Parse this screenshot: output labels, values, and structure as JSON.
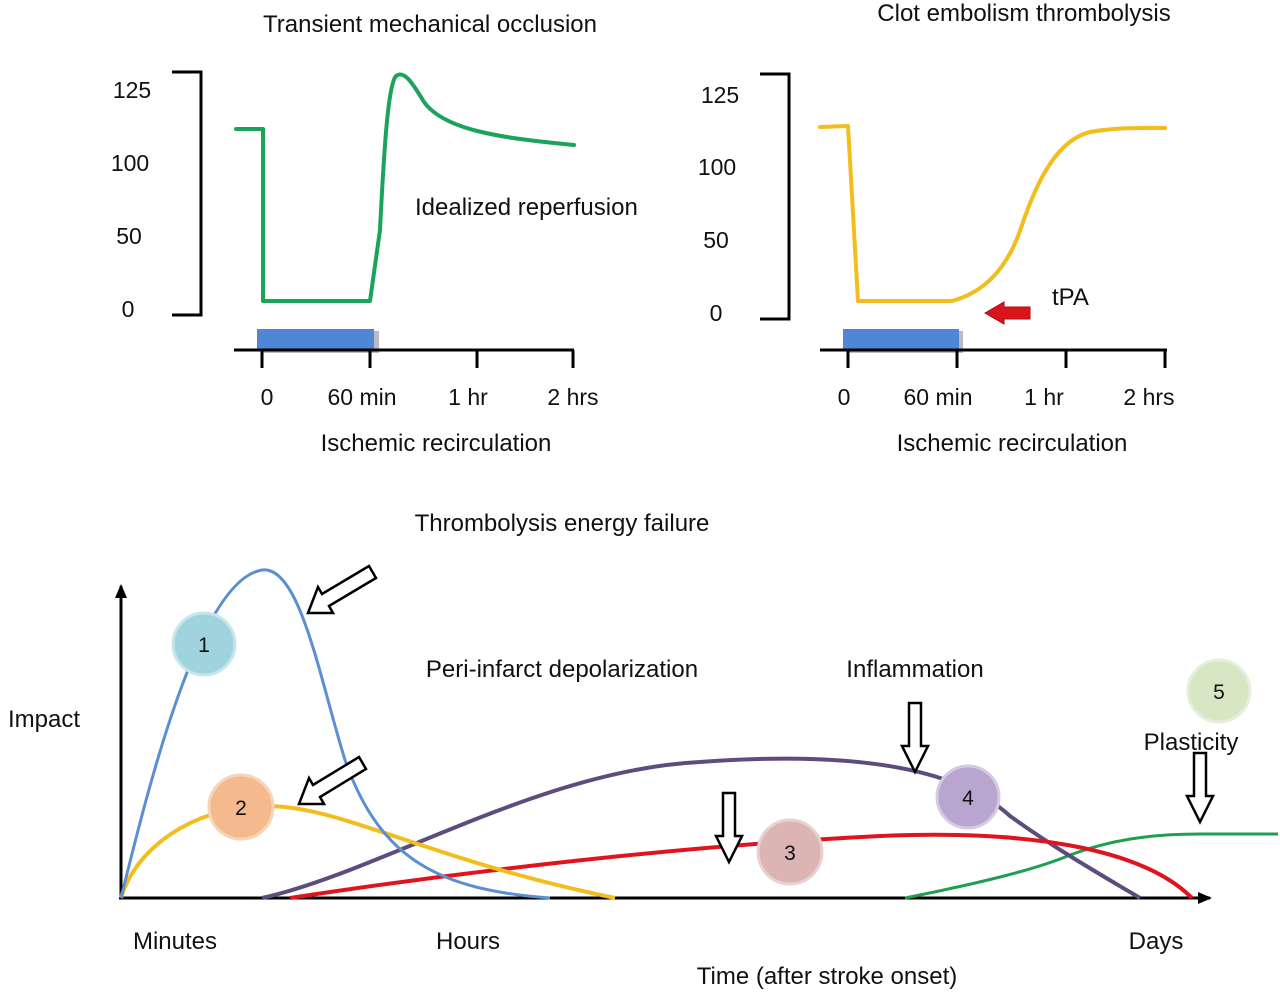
{
  "top_left": {
    "title": "Transient mechanical occlusion",
    "y_ticks": [
      "125",
      "100",
      "50",
      "0"
    ],
    "x_ticks": [
      "0",
      "60 min",
      "1 hr",
      "2 hrs"
    ],
    "xlabel": "Ischemic recirculation",
    "annotation": "Idealized reperfusion",
    "curve_color": "#1aa35a",
    "bar_color": "#4f86d6"
  },
  "top_right": {
    "title": "Clot embolism thrombolysis",
    "y_ticks": [
      "125",
      "100",
      "50",
      "0"
    ],
    "x_ticks": [
      "0",
      "60 min",
      "1 hr",
      "2 hrs"
    ],
    "xlabel": "Ischemic recirculation",
    "annotation": "tPA",
    "curve_color": "#f2bd1d",
    "bar_color": "#4f86d6",
    "arrow_color": "#d9151b"
  },
  "bottom": {
    "ylabel": "Impact",
    "xlabel": "Time (after stroke onset)",
    "x_ticks": [
      "Minutes",
      "Hours",
      "Days"
    ],
    "phases": [
      {
        "num": "1",
        "label": "Thrombolysis energy failure",
        "curve_color": "#5b8fd2",
        "circle_color": "#9fd3de"
      },
      {
        "num": "2",
        "label": "",
        "curve_color": "#f2bd1d",
        "circle_color": "#f4b98c"
      },
      {
        "num": "3",
        "label": "Peri-infarct depolarization",
        "curve_color": "#e0141e",
        "circle_color": "#dcb4b4"
      },
      {
        "num": "4",
        "label": "Inflammation",
        "curve_color": "#5e4c7c",
        "circle_color": "#b8a6d0"
      },
      {
        "num": "5",
        "label": "Plasticity",
        "curve_color": "#1f9e54",
        "circle_color": "#d7e6c3"
      }
    ]
  }
}
